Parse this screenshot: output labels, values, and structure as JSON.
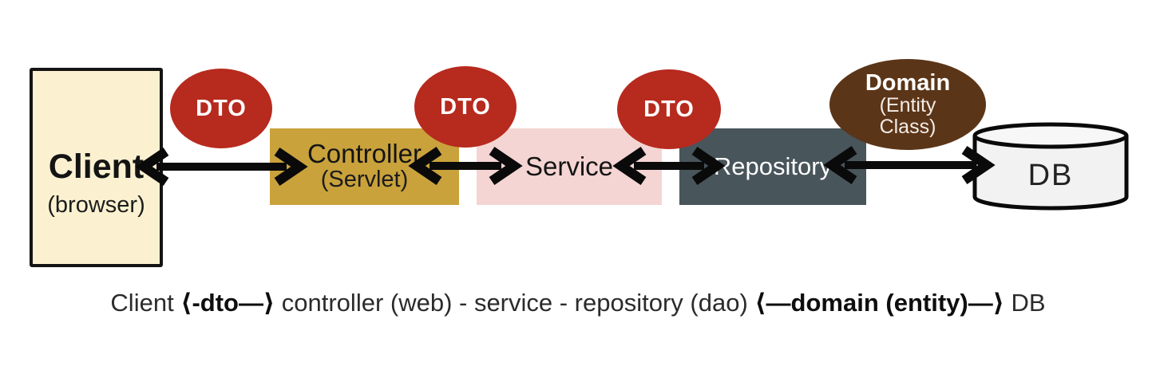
{
  "diagram": {
    "client": {
      "title": "Client",
      "subtitle": "(browser)"
    },
    "controller": {
      "title": "Controller",
      "subtitle": "(Servlet)"
    },
    "service": {
      "title": "Service"
    },
    "repository": {
      "title": "Repository"
    },
    "db": {
      "title": "DB"
    },
    "dto1": {
      "label": "DTO"
    },
    "dto2": {
      "label": "DTO"
    },
    "dto3": {
      "label": "DTO"
    },
    "domain": {
      "title": "Domain",
      "subtitle_line1": "(Entity",
      "subtitle_line2": "Class)"
    }
  },
  "caption": {
    "segments": [
      {
        "text": "Client ",
        "bold": false
      },
      {
        "text": "⟨-dto—⟩",
        "bold": true
      },
      {
        "text": " controller (web) - service - repository (dao) ",
        "bold": false
      },
      {
        "text": "⟨—domain (entity)—⟩",
        "bold": true
      },
      {
        "text": " DB",
        "bold": false
      }
    ]
  },
  "colors": {
    "client_fill": "#FBF1D0",
    "controller_fill": "#C9A23C",
    "service_fill": "#F4D5D3",
    "repository_fill": "#48555B",
    "dto_fill": "#B72A1E",
    "domain_fill": "#5B3518",
    "db_fill": "#F2F2F2",
    "arrow": "#0A0A0A",
    "border": "#141414"
  }
}
